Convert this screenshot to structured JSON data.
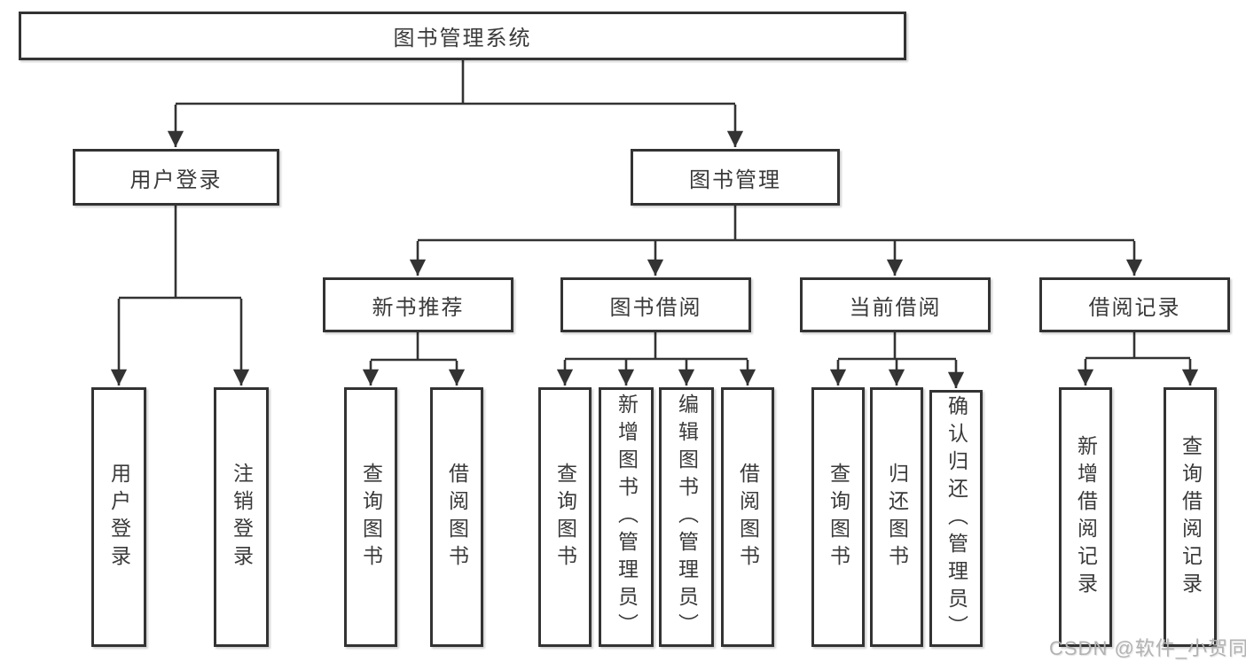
{
  "diagram": {
    "root": {
      "label": "图书管理系统"
    },
    "branches": [
      {
        "label": "用户登录",
        "children": [
          {
            "label": "用户登录"
          },
          {
            "label": "注销登录"
          }
        ]
      },
      {
        "label": "图书管理",
        "sections": [
          {
            "label": "新书推荐",
            "children": [
              {
                "label": "查询图书"
              },
              {
                "label": "借阅图书"
              }
            ]
          },
          {
            "label": "图书借阅",
            "children": [
              {
                "label": "查询图书"
              },
              {
                "label": "新增图书（管理员）"
              },
              {
                "label": "编辑图书（管理员）"
              },
              {
                "label": "借阅图书"
              }
            ]
          },
          {
            "label": "当前借阅",
            "children": [
              {
                "label": "查询图书"
              },
              {
                "label": "归还图书"
              },
              {
                "label": "确认归还（管理员）"
              }
            ]
          },
          {
            "label": "借阅记录",
            "children": [
              {
                "label": "新增借阅记录"
              },
              {
                "label": "查询借阅记录"
              }
            ]
          }
        ]
      }
    ]
  },
  "watermark": {
    "text": "CSDN @软件_小贺同学"
  },
  "colors": {
    "line": "#333333",
    "box_border": "#333333",
    "box_background": "#ffffff",
    "text": "#3a3a3a",
    "watermark_text": "#b3b3b3"
  }
}
